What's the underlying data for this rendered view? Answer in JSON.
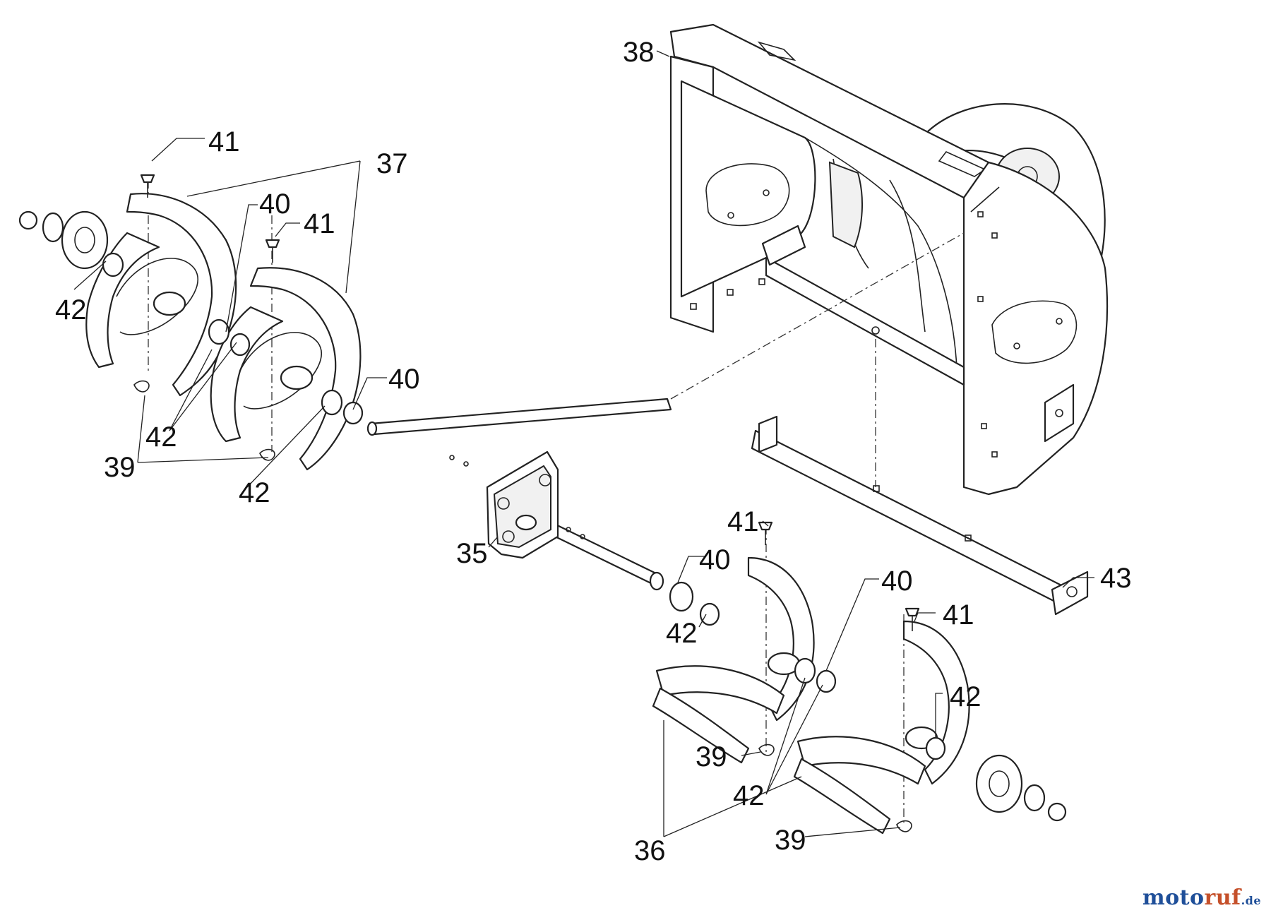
{
  "callouts": [
    {
      "id": "c38",
      "label": "38"
    },
    {
      "id": "c41a",
      "label": "41"
    },
    {
      "id": "c37",
      "label": "37"
    },
    {
      "id": "c40a",
      "label": "40"
    },
    {
      "id": "c41b",
      "label": "41"
    },
    {
      "id": "c42a",
      "label": "42"
    },
    {
      "id": "c40b",
      "label": "40"
    },
    {
      "id": "c42b",
      "label": "42"
    },
    {
      "id": "c39a",
      "label": "39"
    },
    {
      "id": "c42c",
      "label": "42"
    },
    {
      "id": "c35",
      "label": "35"
    },
    {
      "id": "c41c",
      "label": "41"
    },
    {
      "id": "c40c",
      "label": "40"
    },
    {
      "id": "c43",
      "label": "43"
    },
    {
      "id": "c40d",
      "label": "40"
    },
    {
      "id": "c42d",
      "label": "42"
    },
    {
      "id": "c41d",
      "label": "41"
    },
    {
      "id": "c42e",
      "label": "42"
    },
    {
      "id": "c39b",
      "label": "39"
    },
    {
      "id": "c42f",
      "label": "42"
    },
    {
      "id": "c36",
      "label": "36"
    },
    {
      "id": "c39c",
      "label": "39"
    }
  ],
  "watermark": {
    "part1": "moto",
    "part2": "ruf",
    "suffix": ".de"
  }
}
